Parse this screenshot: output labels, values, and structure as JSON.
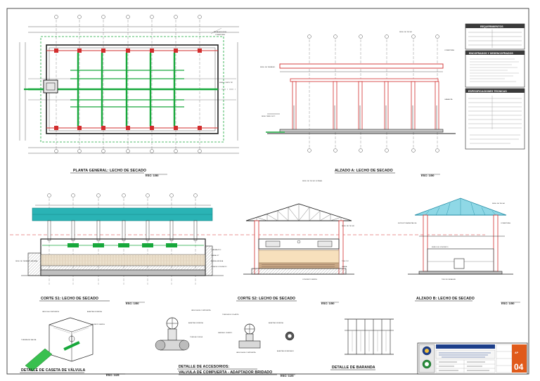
{
  "views": {
    "planta": {
      "title": "PLANTA GENERAL: LECHO DE SECADO",
      "scale": "ESC: 1/50"
    },
    "alzado_a": {
      "title": "ALZADO A: LECHO DE SECADO",
      "scale": "ESC: 1/50"
    },
    "corte_s1": {
      "title": "CORTE S1: LECHO DE SECADO",
      "scale": "ESC: 1/50"
    },
    "corte_s2": {
      "title": "CORTE S2: LECHO DE SECADO",
      "scale": "ESC: 1/50"
    },
    "alzado_b": {
      "title": "ALZADO B: LECHO DE SECADO",
      "scale": "ESC: 1/50"
    },
    "caseta": {
      "title": "DETALLE DE CASETA DE VÁLVULA",
      "scale": "ESC: 1/25"
    },
    "accesorios": {
      "title_1": "DETALLE DE ACCESORIOS:",
      "title_2": "VALVULA DE COMPUERTA - ADAPTADOR BRIDADO",
      "scale": "ESC: 1/25"
    },
    "baranda": {
      "title": "DETALLE DE BARANDA"
    }
  },
  "notes_panel": {
    "requerimientos": "REQUERIMIENTOS",
    "encofrados": "ENCOFRADOS Y DESENCOFRADOS",
    "especificaciones": "ESPECIFICACIONES TECNICAS"
  },
  "title_block": {
    "sheet_prefix": "AP",
    "sheet_number": "04"
  },
  "colors": {
    "concrete_gray": "#9a9a9a",
    "slab_teal": "#2ab3b5",
    "roof_cyan": "#8fd8e6",
    "gravel_red": "#d22d2d",
    "dimension_green": "#17a83b",
    "title_block_blue": "#1d3f8a",
    "sheet_orange": "#e05a1a"
  }
}
